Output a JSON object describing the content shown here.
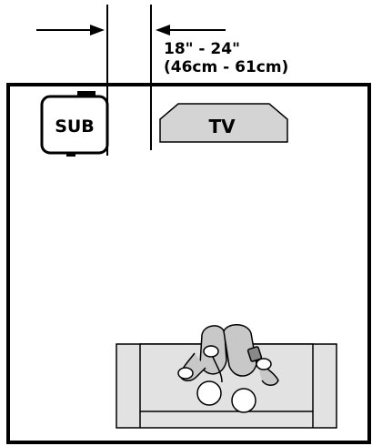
{
  "measurement": {
    "imperial": "18\" - 24\"",
    "metric": "(46cm - 61cm)"
  },
  "subwoofer": {
    "label": "SUB"
  },
  "tv": {
    "label": "TV"
  },
  "colors": {
    "line": "#000000",
    "tv_fill": "#d4d4d4",
    "sofa_fill": "#e2e2e2",
    "person_fill": "#c8c8c8"
  }
}
